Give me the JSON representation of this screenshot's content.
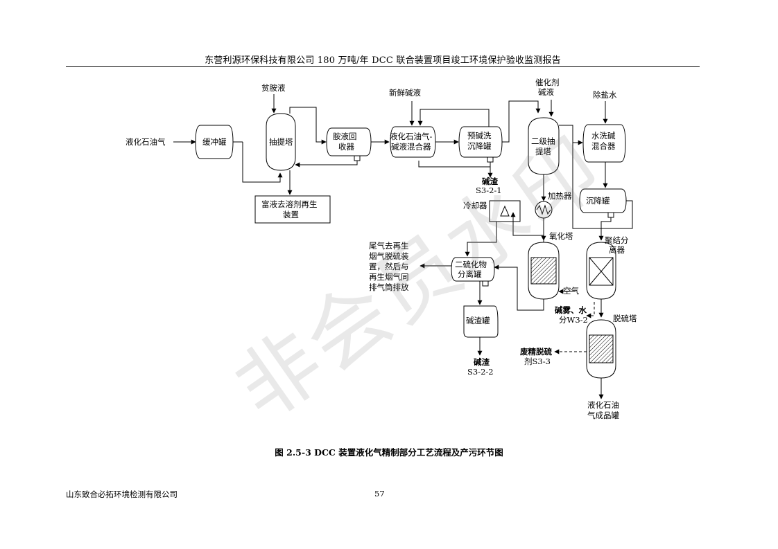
{
  "header": {
    "title": "东营利源环保科技有限公司 180 万吨/年 DCC 联合装置项目竣工环境保护验收监测报告"
  },
  "diagram": {
    "inputs": {
      "lpg_feed": "液化石油气",
      "lean_amine": "贫胺液",
      "fresh_caustic": "新鲜碱液",
      "catalyst_1": "催化剂",
      "catalyst_2": "碱液",
      "desalted_water": "除盐水",
      "air": "空气"
    },
    "units": {
      "buffer_tank": "缓冲罐",
      "extraction_tower": "抽提塔",
      "amine_recovery_1": "胺液回",
      "amine_recovery_2": "收器",
      "lpg_mixer_1": "液化石油气-",
      "lpg_mixer_2": "碱液混合器",
      "prewash_1": "预碱洗",
      "prewash_2": "沉降罐",
      "secondary_tower_1": "二级抽",
      "secondary_tower_2": "提塔",
      "water_mixer_1": "水洗碱",
      "water_mixer_2": "混合器",
      "settling_tank": "沉降罐",
      "rich_regen_1": "富液去溶剂再生",
      "rich_regen_2": "装置",
      "cooler": "冷却器",
      "heater": "加热器",
      "oxidation_tower": "氧化塔",
      "coalescer_1": "聚结分",
      "coalescer_2": "离器",
      "disulfide_1": "二硫化物",
      "disulfide_2": "分离罐",
      "caustic_residue_tank": "碱渣罐",
      "desulfur_tower": "脱硫塔"
    },
    "outputs": {
      "s321_label": "碱渣",
      "s321_code": "S3-2-1",
      "s322_label": "碱渣",
      "s322_code": "S3-2-2",
      "w32_1": "碱雾、水",
      "w32_2": "分W3-2",
      "s33_1": "废精脱硫",
      "s33_2": "剂S3-3",
      "tail_gas_1": "尾气去再生",
      "tail_gas_2": "烟气脱硫装",
      "tail_gas_3": "置，然后与",
      "tail_gas_4": "再生烟气同",
      "tail_gas_5": "排气筒排放",
      "product_1": "液化石油",
      "product_2": "气成品罐"
    }
  },
  "caption": "图 2.5-3 DCC 装置液化气精制部分工艺流程及产污环节图",
  "watermark": "非会员水印",
  "footer": {
    "company": "山东致合必拓环境检测有限公司",
    "page": "57"
  }
}
